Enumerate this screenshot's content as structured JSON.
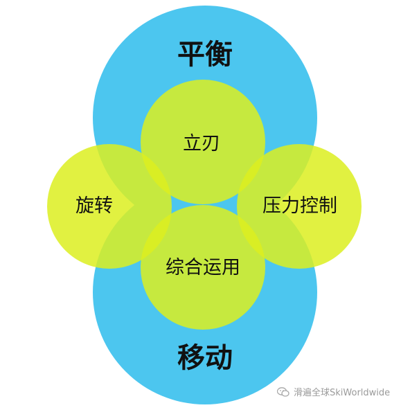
{
  "diagram": {
    "labels": {
      "top": "平衡",
      "bottom": "移动",
      "upper_center": "立刃",
      "left": "旋转",
      "right": "压力控制",
      "lower_center": "综合运用"
    },
    "colors": {
      "blue": "#4cc6ef",
      "yellow": "#dcee20",
      "yellow_alpha": 0.85,
      "text": "#111111"
    }
  },
  "watermark": {
    "text": "滑遍全球SkiWorldwide",
    "icon": "wechat-icon"
  }
}
